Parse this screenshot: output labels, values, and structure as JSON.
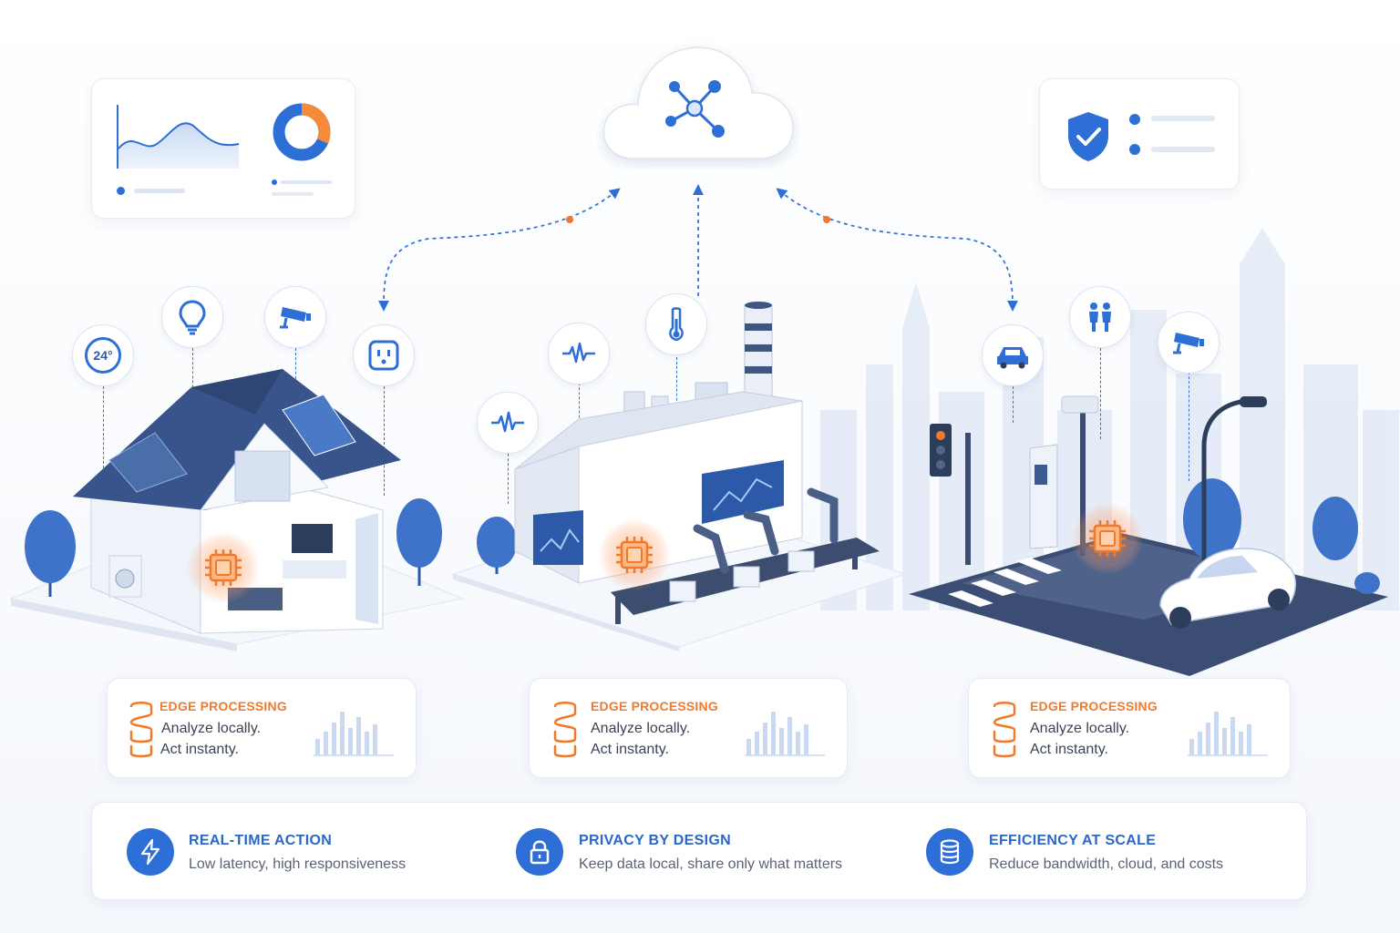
{
  "sensors": {
    "thermostat_reading": "24°"
  },
  "edge_cards": [
    {
      "title": "EDGE PROCESSING",
      "line1": "Analyze locally.",
      "line2": "Act instanty."
    },
    {
      "title": "EDGE PROCESSING",
      "line1": "Analyze locally.",
      "line2": "Act instanty."
    },
    {
      "title": "EDGE PROCESSING",
      "line1": "Analyze locally.",
      "line2": "Act instanty."
    }
  ],
  "features": [
    {
      "title": "REAL-TIME ACTION",
      "text": "Low latency, high responsiveness",
      "icon": "lightning-icon"
    },
    {
      "title": "PRIVACY BY DESIGN",
      "text": "Keep data local, share only what matters",
      "icon": "lock-icon"
    },
    {
      "title": "EFFICIENCY AT SCALE",
      "text": "Reduce bandwidth, cloud, and costs",
      "icon": "database-icon"
    }
  ],
  "colors": {
    "primary_blue": "#2d6fd6",
    "accent_orange": "#f07a2a",
    "dark_navy": "#33507e",
    "light_blue": "#dde7f6"
  }
}
